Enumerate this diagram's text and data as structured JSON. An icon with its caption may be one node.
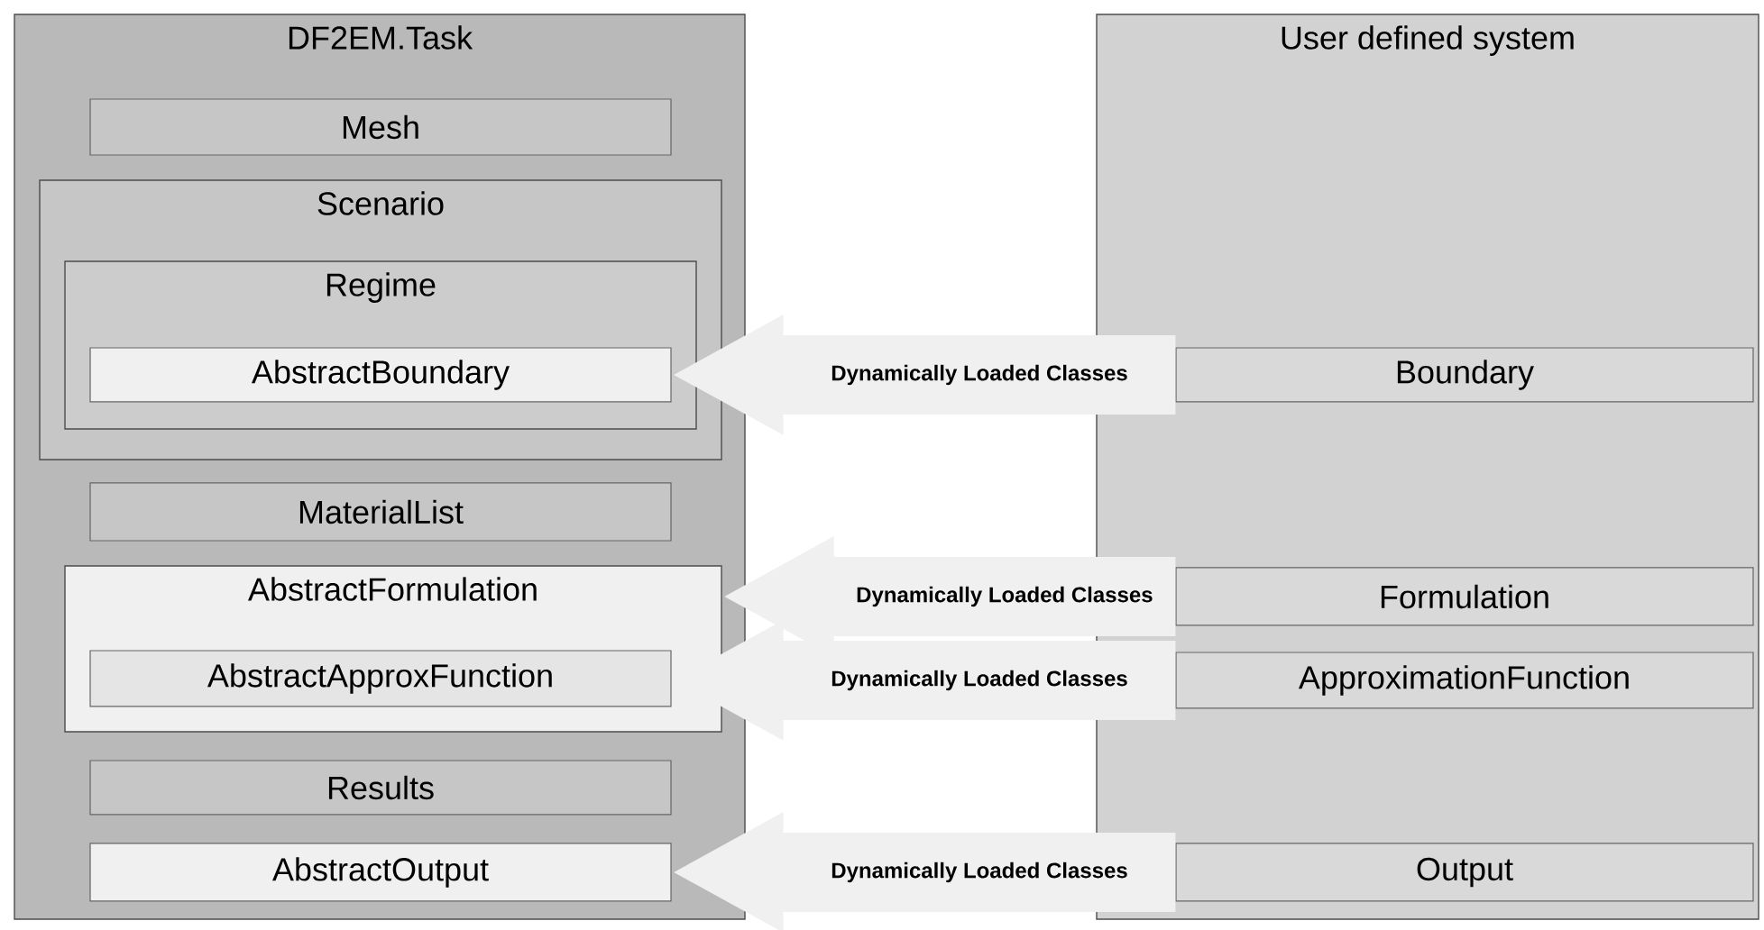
{
  "diagram": {
    "nodes": [
      {
        "text": [
          "DF2EM.Task"
        ]
      },
      {
        "text": [
          "Mesh"
        ],
        "in": 0
      },
      {
        "text": [
          "Scenario"
        ],
        "in": 0
      },
      {
        "text": [
          "Regime"
        ],
        "in": 2
      },
      {
        "text": [
          "AbstractBoundary"
        ],
        "in": 3
      },
      {
        "text": [
          "MaterialList"
        ],
        "in": 0
      },
      {
        "text": [
          "AbstractFormulation"
        ],
        "in": 0
      },
      {
        "text": [
          "AbstractApproxFunction"
        ],
        "in": 6
      },
      {
        "text": [
          "Results"
        ],
        "in": 0
      },
      {
        "text": [
          "AbstractOutput"
        ],
        "in": 0
      },
      {
        "text": [
          "User defined system"
        ]
      },
      {
        "text": [
          "Boundary"
        ],
        "in": 10
      },
      {
        "text": [
          "Formulation"
        ],
        "in": 10
      },
      {
        "text": [
          "ApproximationFunction"
        ],
        "in": 10
      },
      {
        "text": [
          "Output"
        ],
        "in": 10
      }
    ],
    "edges": [
      {
        "from": 11,
        "to": 4,
        "arrow": "to",
        "label": "Dynamically Loaded Classes"
      },
      {
        "from": 12,
        "to": 6,
        "arrow": "to",
        "label": "Dynamically Loaded Classes"
      },
      {
        "from": 13,
        "to": 7,
        "arrow": "to",
        "label": "Dynamically Loaded Classes"
      },
      {
        "from": 14,
        "to": 9,
        "arrow": "to",
        "label": "Dynamically Loaded Classes"
      }
    ]
  }
}
